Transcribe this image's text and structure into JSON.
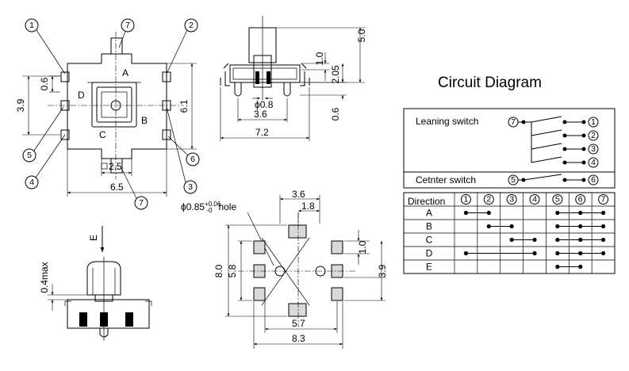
{
  "top_view": {
    "pins": [
      "1",
      "2",
      "3",
      "4",
      "5",
      "6",
      "7",
      "7"
    ],
    "letters": [
      "A",
      "B",
      "C",
      "D"
    ],
    "dims": {
      "left_upper": "0.6",
      "left_lower": "3.9",
      "right": "6.1",
      "bottom_inner": "2.5",
      "bottom_outer": "6.5"
    }
  },
  "side_view": {
    "dims": {
      "height": "5.0",
      "d1": "1.0",
      "d2": "2.05",
      "d3": "0.6",
      "dia": "ϕ0.8",
      "w_inner": "3.6",
      "w_outer": "7.2"
    }
  },
  "front_view": {
    "arrow": "E",
    "dim": "0.4max"
  },
  "footprint": {
    "hole_base": "ϕ0.85",
    "hole_sup": "+0.06",
    "hole_sub": "-0",
    "hole_word": "hole",
    "dims": {
      "top1": "3.6",
      "top2": "1.8",
      "left_outer": "8.0",
      "left_inner": "5.8",
      "right1": "1.0",
      "right2": "3.9",
      "bottom_inner": "5.7",
      "bottom_outer": "8.3"
    }
  },
  "circuit": {
    "title": "Circuit Diagram",
    "leaning_label": "Leaning switch",
    "center_label": "Cetnter switch",
    "nums": [
      "1",
      "2",
      "3",
      "4",
      "5",
      "6",
      "7"
    ],
    "table_header": "Direction",
    "table_rows": [
      "A",
      "B",
      "C",
      "D",
      "E"
    ]
  }
}
